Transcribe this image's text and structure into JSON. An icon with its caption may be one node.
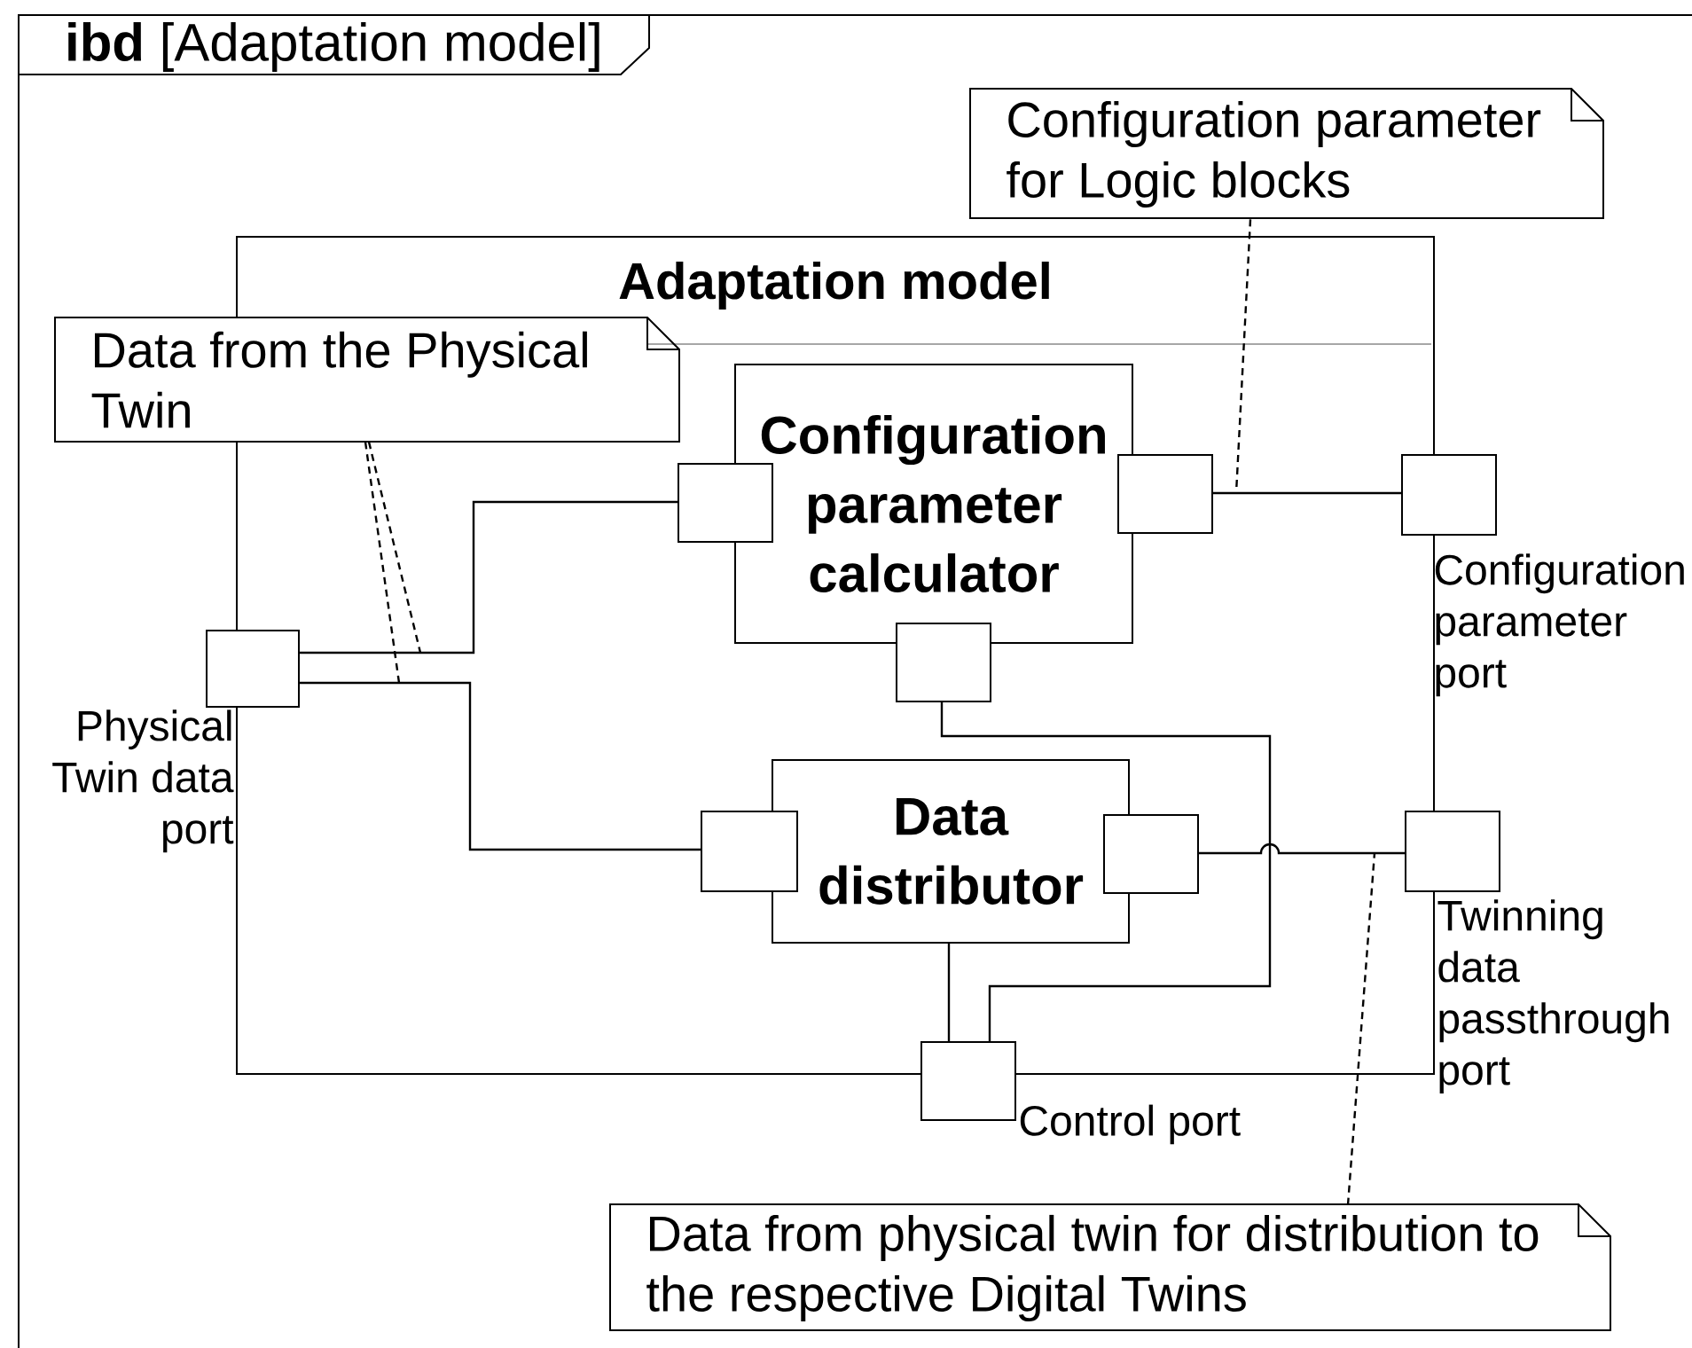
{
  "diagram": {
    "nodes": [
      {
        "text": [
          "**ibd** [Adaptation model]"
        ]
      },
      {
        "text": [
          "Adaptation model"
        ],
        "in": 0
      },
      {
        "text": [
          "Data from the Physical Twin"
        ],
        "in": 0
      },
      {
        "text": [
          "Configuration parameter for Logic blocks"
        ],
        "in": 0
      },
      {
        "text": [
          "Configuration parameter calculator"
        ],
        "in": 1
      },
      {
        "text": [
          "Data distributor"
        ],
        "in": 1
      },
      {
        "text": [],
        "shape": "box",
        "beside": [
          "Physical Twin data port"
        ],
        "in": 0
      },
      {
        "text": [],
        "shape": "box",
        "in": 1
      },
      {
        "text": [],
        "shape": "box",
        "in": 1
      },
      {
        "text": [],
        "shape": "box",
        "in": 1
      },
      {
        "text": [],
        "shape": "box",
        "beside": [
          "Configuration parameter port"
        ],
        "in": 0
      },
      {
        "text": [],
        "shape": "box",
        "in": 1
      },
      {
        "text": [],
        "shape": "box",
        "in": 1
      },
      {
        "text": [],
        "shape": "box",
        "beside": [
          "Twinning data passthrough port"
        ],
        "in": 0
      },
      {
        "text": [],
        "shape": "box",
        "beside": [
          "Control port"
        ],
        "in": 0
      },
      {
        "text": [
          "Data from physical twin for distribution to the respective Digital Twins"
        ],
        "in": 0
      }
    ],
    "edges": [
      {
        "from": 6,
        "to": 7,
        "arrow": "none"
      },
      {
        "from": 6,
        "to": 11,
        "arrow": "none"
      },
      {
        "from": 8,
        "to": 10,
        "arrow": "none"
      },
      {
        "from": 12,
        "to": 13,
        "arrow": "none"
      },
      {
        "from": 9,
        "to": 14,
        "arrow": "none"
      },
      {
        "from": 5,
        "to": 14,
        "arrow": "none"
      },
      {
        "from": 2,
        "to": null,
        "arrow": "none",
        "style": "dashed"
      },
      {
        "from": 2,
        "to": null,
        "arrow": "none",
        "style": "dashed"
      },
      {
        "from": 3,
        "to": null,
        "arrow": "none",
        "style": "dashed"
      },
      {
        "from": 15,
        "to": null,
        "arrow": "none",
        "style": "dashed"
      }
    ]
  }
}
